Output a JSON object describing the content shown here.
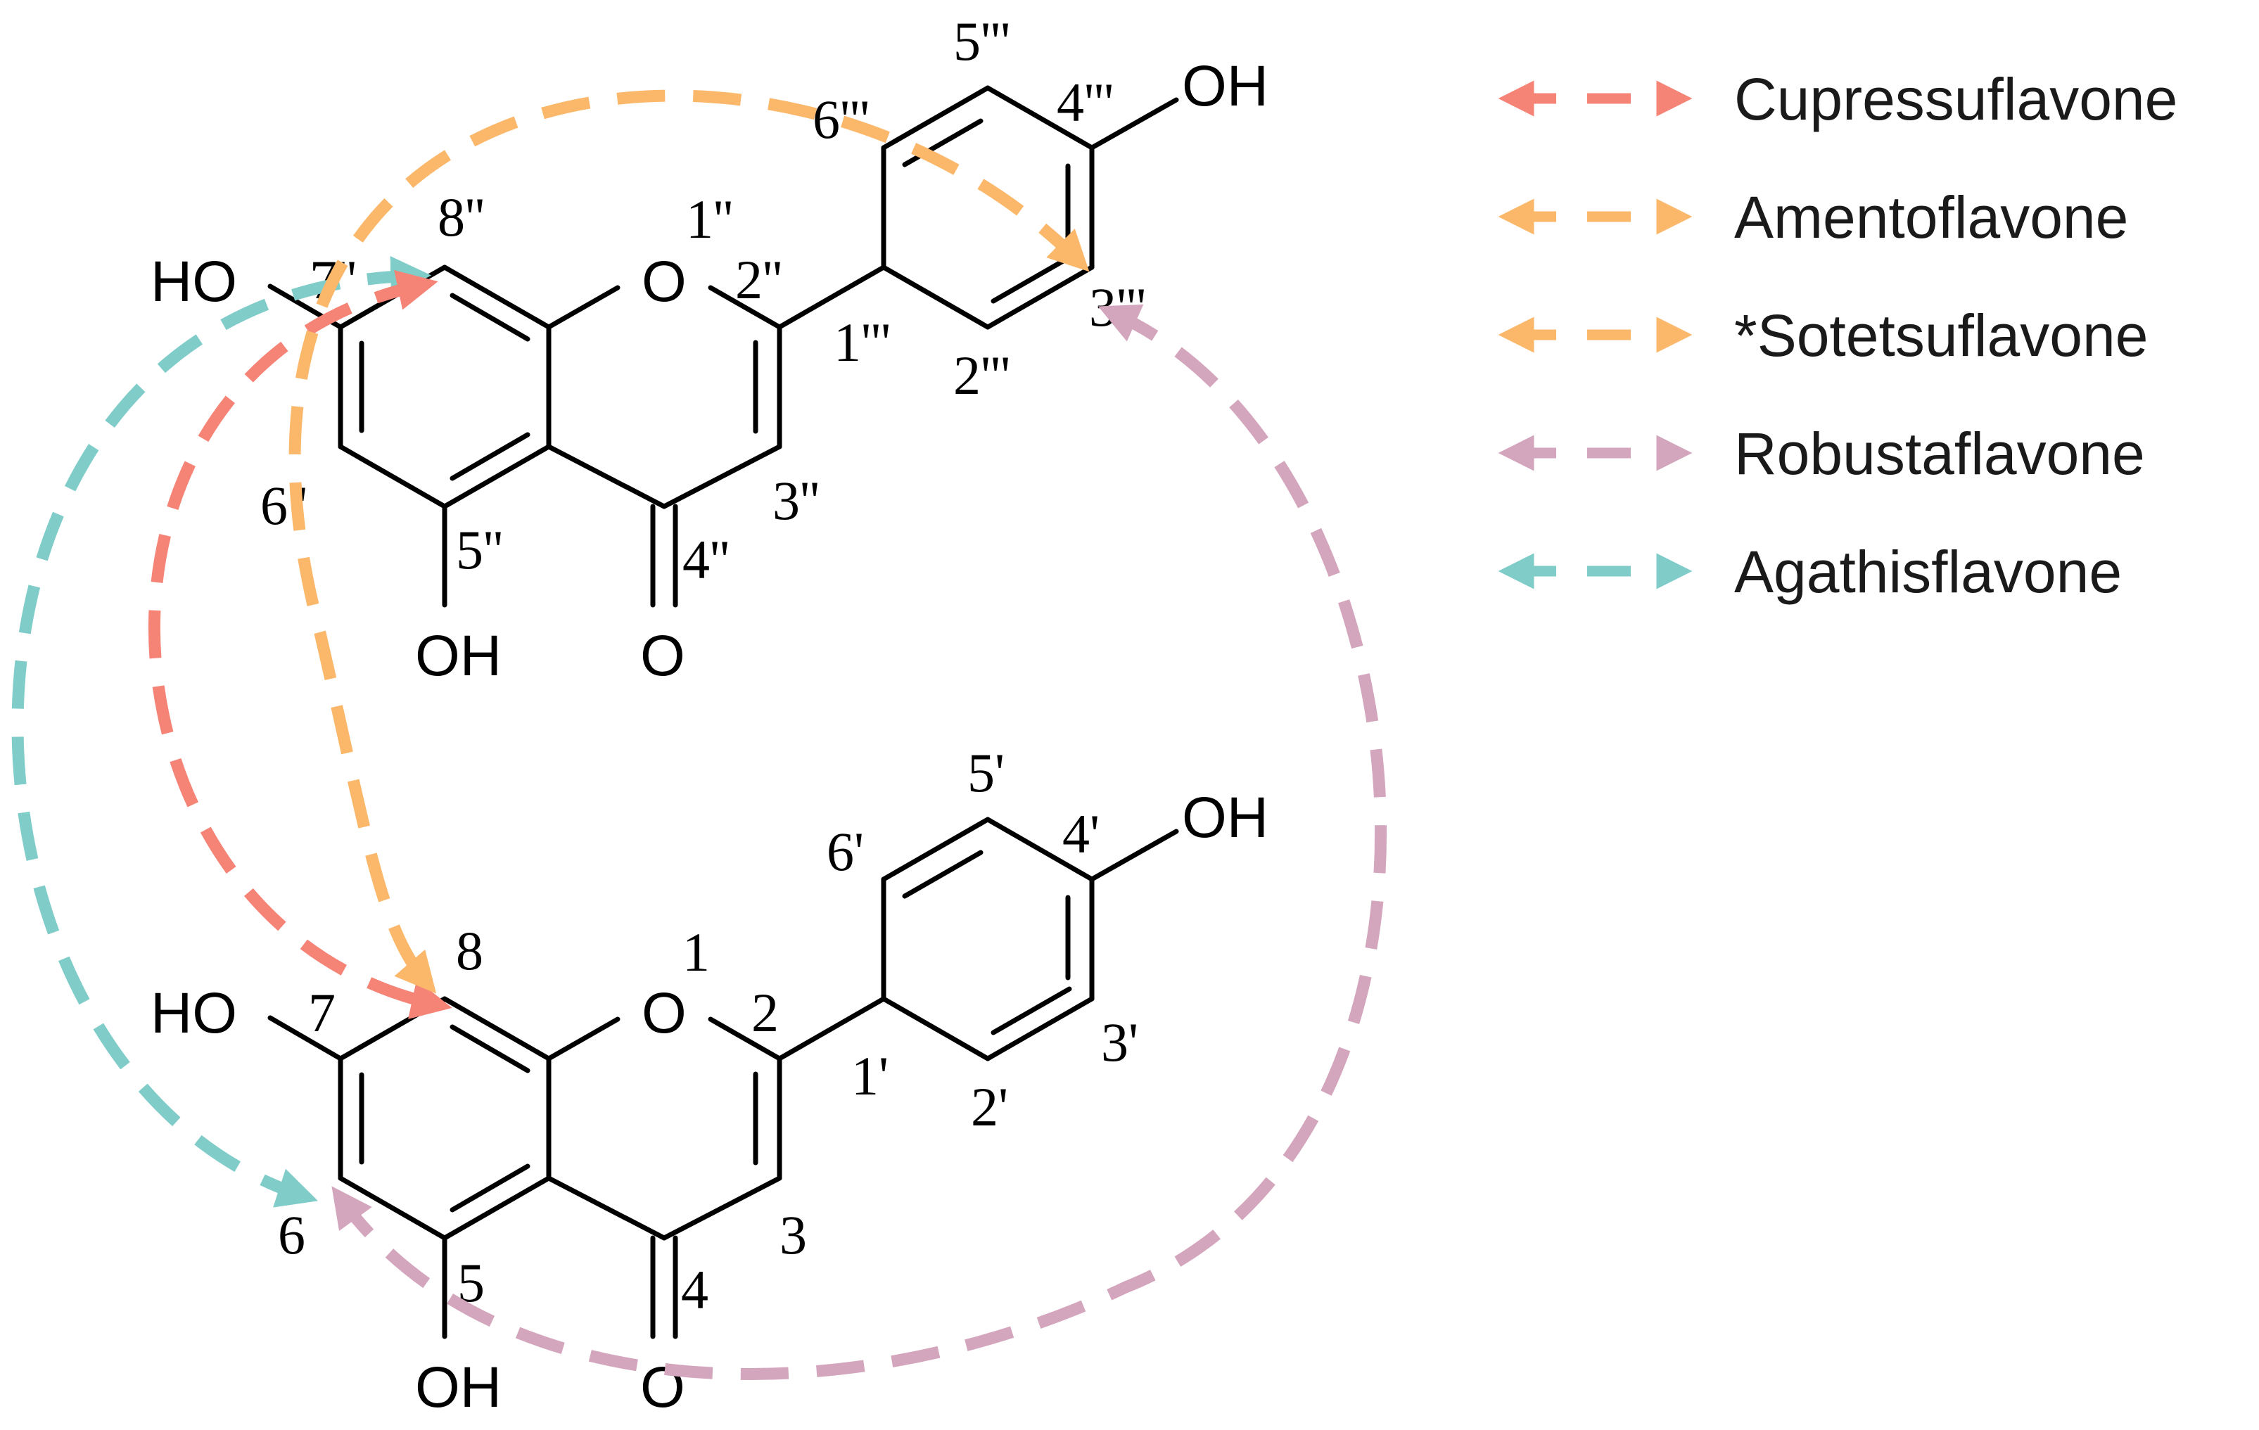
{
  "colors": {
    "cupressuflavone": "#f58477",
    "amentoflavone": "#fbb76a",
    "sotetsuflavone": "#fbb76a",
    "robustaflavone": "#d3a6bd",
    "agathisflavone": "#7fccc9",
    "bond": "#000000"
  },
  "legend": [
    {
      "label": "Cupressuflavone",
      "color_key": "cupressuflavone"
    },
    {
      "label": "Amentoflavone",
      "color_key": "amentoflavone"
    },
    {
      "label": "*Sotetsuflavone",
      "color_key": "sotetsuflavone"
    },
    {
      "label": "Robustaflavone",
      "color_key": "robustaflavone"
    },
    {
      "label": "Agathisflavone",
      "color_key": "agathisflavone"
    }
  ],
  "top_unit": {
    "groups": {
      "oh_4ppp": "OH",
      "ho_7pp": "HO",
      "oh_5pp": "OH",
      "o_ring": "O",
      "o_carbonyl": "O"
    },
    "labels": {
      "p5ppp": "5'''",
      "p4ppp": "4'''",
      "p6ppp": "6'''",
      "p8pp": "8''",
      "p1pp": "1''",
      "p7pp": "7''",
      "p2pp": "2''",
      "p1ppp": "1'''",
      "p3ppp": "3'''",
      "p2ppp": "2'''",
      "p6pp": "6''",
      "p3pp": "3''",
      "p5pp": "5''",
      "p4pp": "4''"
    }
  },
  "bottom_unit": {
    "groups": {
      "oh_4p": "OH",
      "ho_7": "HO",
      "oh_5": "OH",
      "o_ring": "O",
      "o_carbonyl": "O"
    },
    "labels": {
      "p5p": "5'",
      "p4p": "4'",
      "p6p": "6'",
      "p8": "8",
      "p1": "1",
      "p7": "7",
      "p2": "2",
      "p1p": "1'",
      "p3p": "3'",
      "p2p": "2'",
      "p6": "6",
      "p3": "3",
      "p5": "5",
      "p4": "4"
    }
  }
}
